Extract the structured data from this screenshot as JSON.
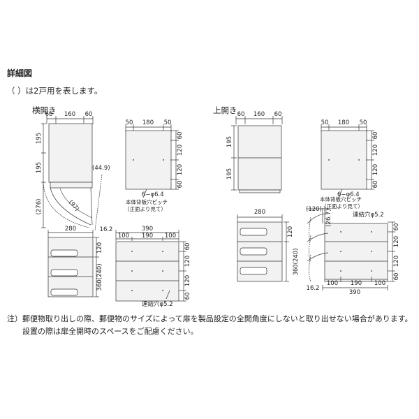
{
  "title": "詳細図",
  "legend_note": "（ ）は2戸用を表します。",
  "left_section": {
    "label": "横開き",
    "top_widths": [
      "60",
      "160",
      "60"
    ],
    "heights": [
      "195",
      "195"
    ],
    "door_angle": "(44.9)",
    "door_radius": "(97)",
    "door_depth": "(276)",
    "back_widths": [
      "50",
      "180",
      "50"
    ],
    "back_heights": [
      "60",
      "120",
      "120",
      "60"
    ],
    "hole_spec": "6−φ6.4",
    "hole_note_1": "本体背板穴ピッチ",
    "hole_note_2": "（正面より見て）",
    "depth": "280",
    "front_height_1": "120",
    "front_height_total": "360(240)",
    "offset": "16.2",
    "front_width": "390",
    "front_widths": [
      "100",
      "190",
      "100"
    ],
    "front_right_heights": [
      "60",
      "120",
      "120",
      "60"
    ],
    "connect_hole": "連結穴φ5.2"
  },
  "right_section": {
    "label": "上開き",
    "top_widths": [
      "60",
      "160",
      "60"
    ],
    "heights": [
      "195",
      "195"
    ],
    "back_widths": [
      "50",
      "180",
      "50"
    ],
    "back_heights": [
      "60",
      "120",
      "120",
      "60"
    ],
    "hole_spec": "6−φ6.4",
    "hole_note_1": "本体背板穴ピッチ",
    "hole_note_2": "（正面より見て）",
    "depth": "280",
    "lid_offset": "(120)",
    "lid_height": "(26.7)",
    "connect_hole": "連結穴φ5.2",
    "front_height_1": "120",
    "front_height_total": "360(240)",
    "front_widths": [
      "100",
      "190",
      "100"
    ],
    "front_right_heights": [
      "60",
      "120",
      "120",
      "60"
    ],
    "offset": "16.2",
    "front_width": "390"
  },
  "footnote_1": "注）郵便物取り出しの際、郵便物のサイズによって扉を製品設定の全開角度にしないと取り出せない場合があります。",
  "footnote_2": "設置の際は扉全開時のスペースをご配慮ください。"
}
